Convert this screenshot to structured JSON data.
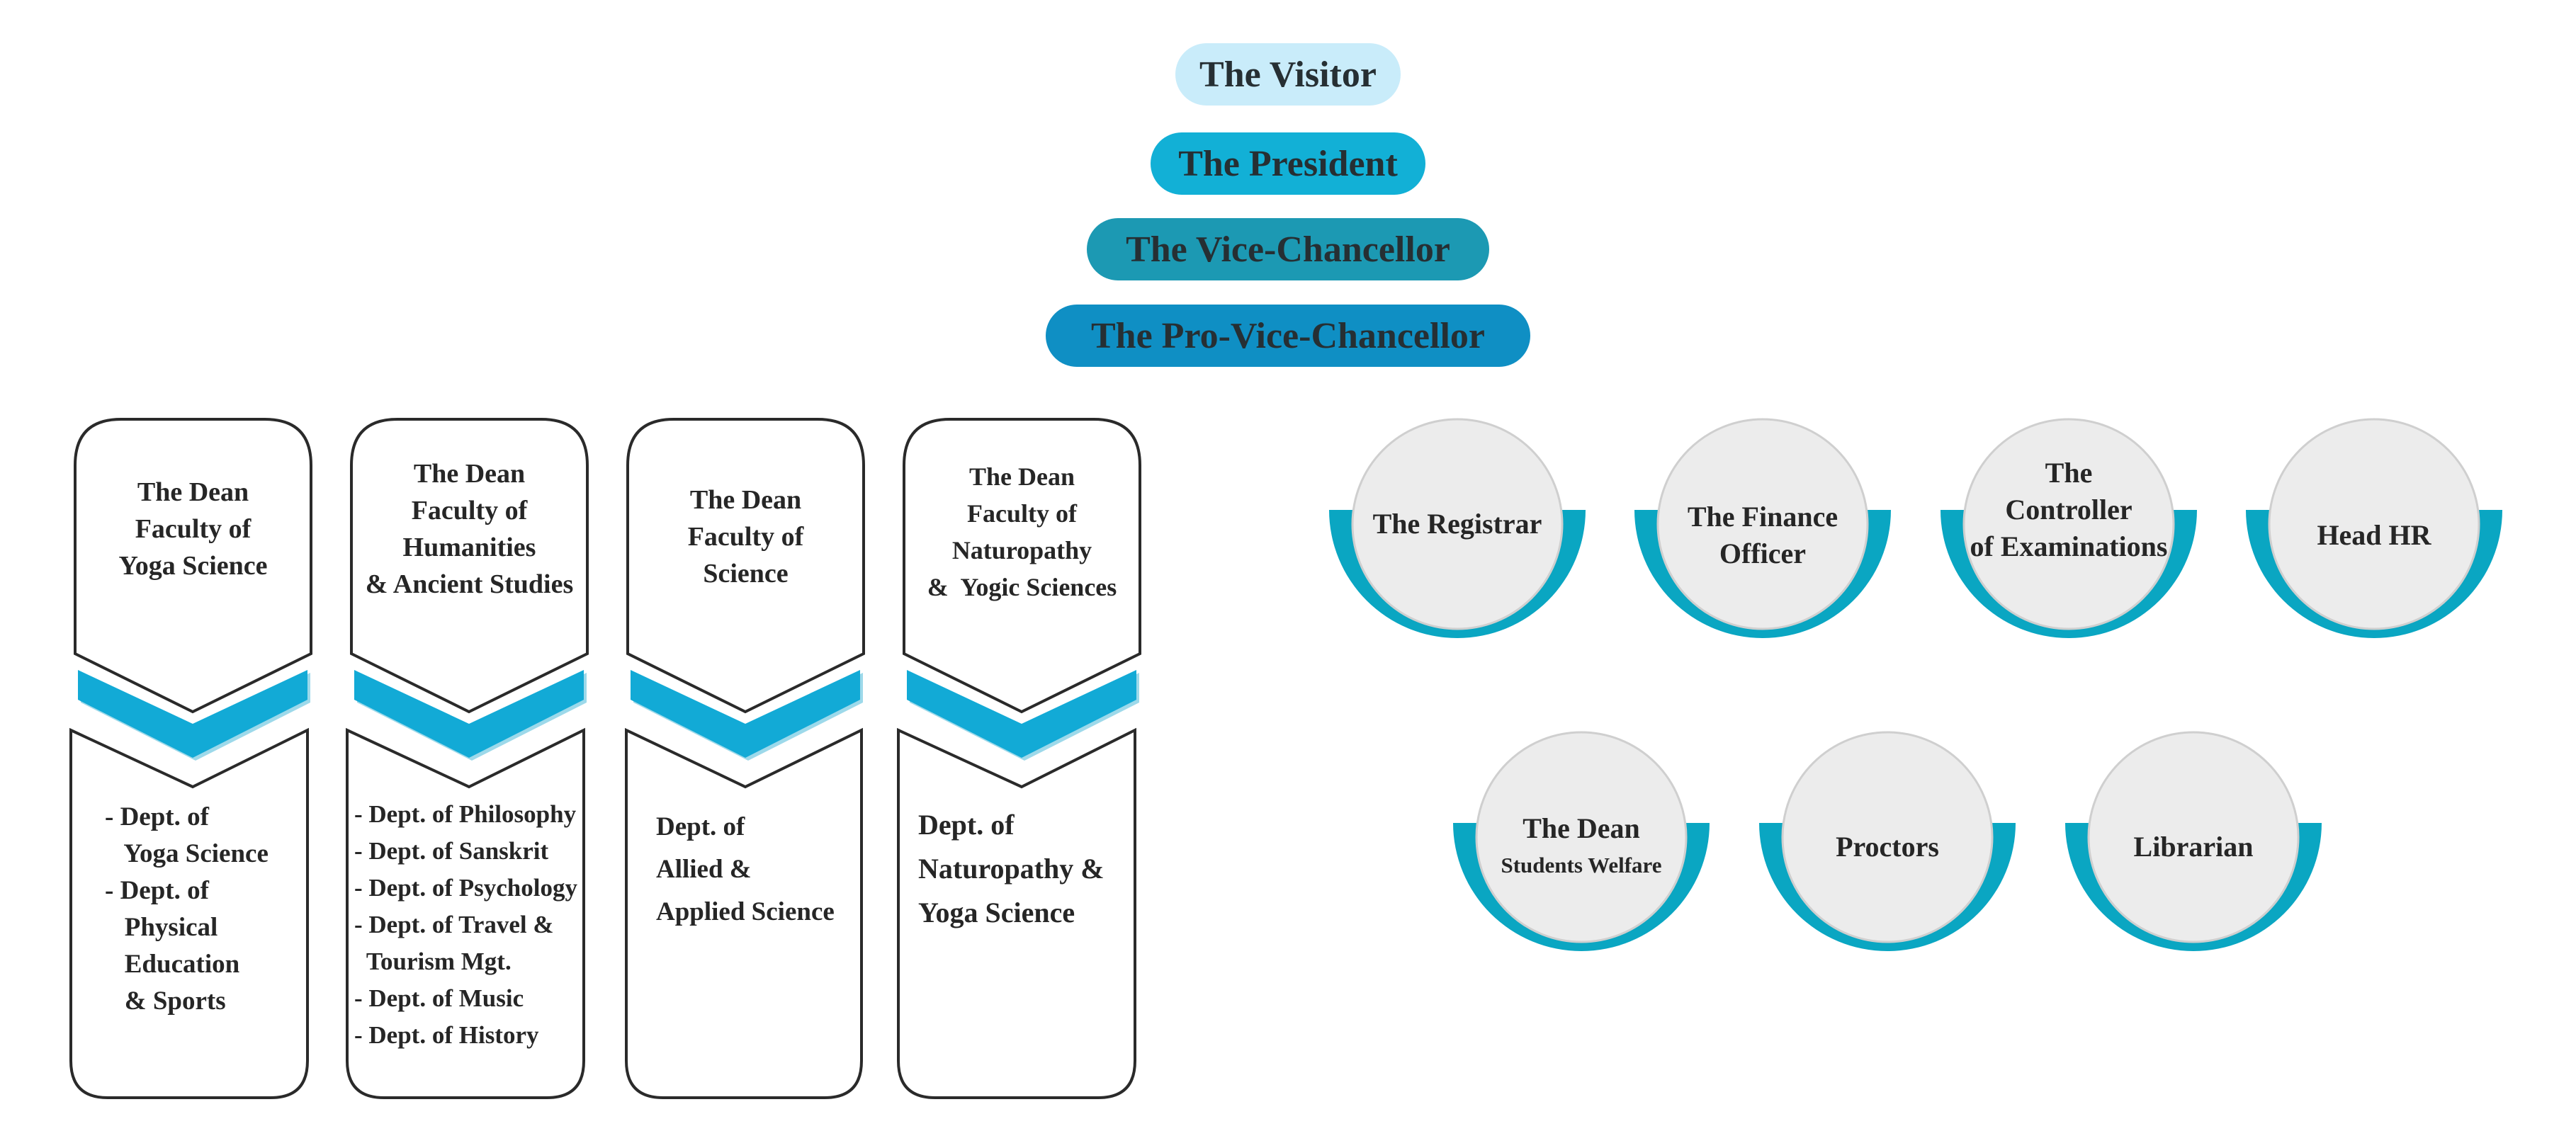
{
  "hierarchy": [
    {
      "label": "The Visitor",
      "color": "#c9ecfa"
    },
    {
      "label": "The President",
      "color": "#12b0d6"
    },
    {
      "label": "The Vice-Chancellor",
      "color": "#1c99b3"
    },
    {
      "label": "The Pro-Vice-Chancellor",
      "color": "#0f8fc4"
    }
  ],
  "faculties": [
    {
      "dean_lines": [
        "The Dean",
        "Faculty of",
        "Yoga Science"
      ],
      "dept_lines": [
        "- Dept. of",
        "   Yoga Science",
        "- Dept. of",
        "   Physical",
        "   Education",
        "   & Sports"
      ]
    },
    {
      "dean_lines": [
        "The Dean",
        "Faculty of",
        "Humanities",
        "& Ancient Studies"
      ],
      "dept_lines": [
        "- Dept. of Philosophy",
        "- Dept. of Sanskrit",
        "- Dept. of Psychology",
        "- Dept. of Travel &",
        "  Tourism Mgt.",
        "- Dept. of Music",
        "- Dept. of History"
      ]
    },
    {
      "dean_lines": [
        "The Dean",
        "Faculty of",
        "Science"
      ],
      "dept_lines": [
        "Dept. of",
        "Allied &",
        "Applied Science"
      ]
    },
    {
      "dean_lines": [
        "The Dean",
        "Faculty of",
        "Naturopathy",
        "&  Yogic Sciences"
      ],
      "dept_lines": [
        "Dept. of",
        "Naturopathy &",
        "Yoga Science"
      ]
    }
  ],
  "officers": [
    {
      "lines": [
        "The Registrar"
      ]
    },
    {
      "lines": [
        "The Finance",
        "Officer"
      ]
    },
    {
      "lines": [
        "The",
        "Controller",
        "of Examinations"
      ]
    },
    {
      "lines": [
        "Head HR"
      ]
    },
    {
      "lines": [
        "The Dean",
        "Students Welfare"
      ]
    },
    {
      "lines": [
        "Proctors"
      ]
    },
    {
      "lines": [
        "Librarian"
      ]
    }
  ],
  "colors": {
    "chevron": "#12aad6",
    "ring": "#0aa6c2",
    "circle_fill": "#ececec",
    "box_stroke": "#2a2a2a"
  }
}
